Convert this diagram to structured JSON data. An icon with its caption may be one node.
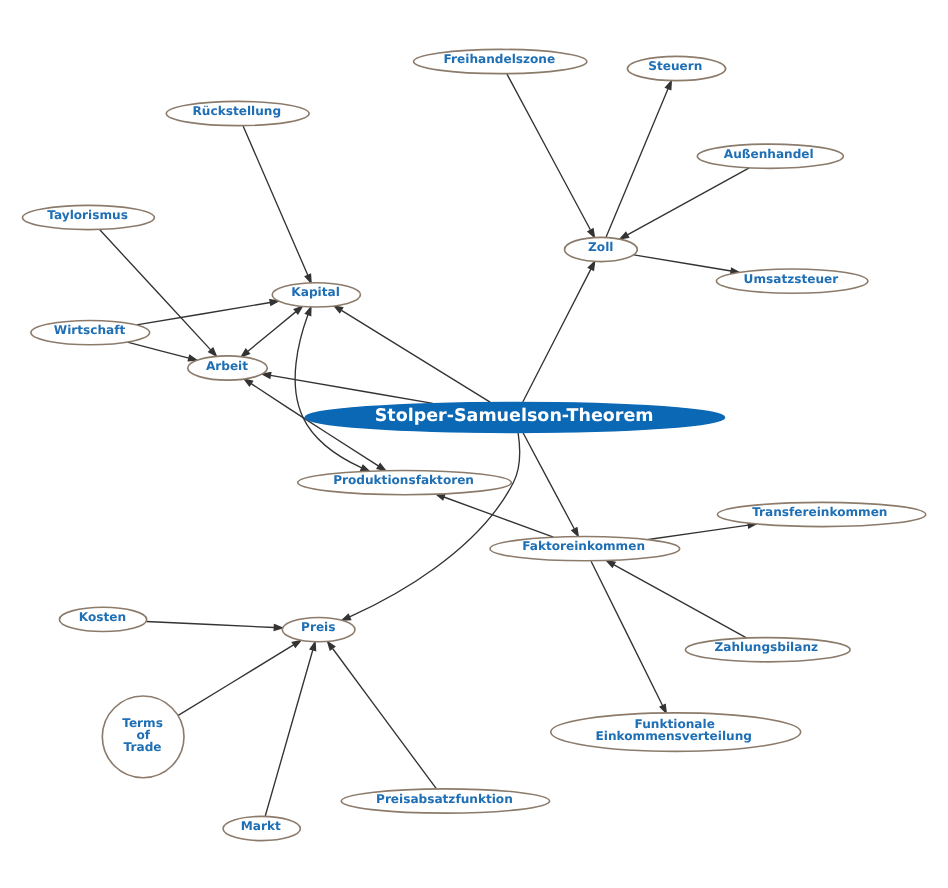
{
  "diagram": {
    "nodes": [
      {
        "text": [
          "Rückstellung"
        ]
      },
      {
        "text": [
          "Wirtschaft"
        ]
      },
      {
        "text": [
          "Taylorismus"
        ]
      },
      {
        "text": [
          "Außenhandel"
        ]
      },
      {
        "text": [
          "Kapital"
        ]
      },
      {
        "text": [
          "Arbeit"
        ]
      },
      {
        "text": [
          "Freihandelszone"
        ]
      },
      {
        "text": [
          "Terms of Trade"
        ]
      },
      {
        "text": [
          "Zoll"
        ]
      },
      {
        "text": [
          "Produktionsfaktoren"
        ]
      },
      {
        "text": [
          "Stolper-Samuelson-Theorem"
        ]
      },
      {
        "text": [
          "Steuern"
        ]
      },
      {
        "text": [
          "Markt"
        ]
      },
      {
        "text": [
          "Preis"
        ]
      },
      {
        "text": [
          "Umsatzsteuer"
        ]
      },
      {
        "text": [
          "Faktoreinkommen"
        ]
      },
      {
        "text": [
          "Kosten"
        ]
      },
      {
        "text": [
          "Preisabsatzfunktion"
        ]
      },
      {
        "text": [
          "Transfereinkommen"
        ]
      },
      {
        "text": [
          "Zahlungsbilanz"
        ]
      },
      {
        "text": [
          "Funktionale Einkommensverteilung"
        ]
      }
    ],
    "edges": [
      {
        "from": 10,
        "to": 5,
        "arrow": "to"
      },
      {
        "from": 10,
        "to": 4,
        "arrow": "to"
      },
      {
        "from": 10,
        "to": 8,
        "arrow": "to"
      },
      {
        "from": 10,
        "to": 13,
        "arrow": "to"
      },
      {
        "from": 10,
        "to": 15,
        "arrow": "to"
      },
      {
        "from": 15,
        "to": 9,
        "arrow": "to"
      },
      {
        "from": 5,
        "to": 4,
        "arrow": "both"
      },
      {
        "from": 5,
        "to": 9,
        "arrow": "both"
      },
      {
        "from": 4,
        "to": 9,
        "arrow": "both"
      },
      {
        "from": 1,
        "to": 5,
        "arrow": "to"
      },
      {
        "from": 1,
        "to": 4,
        "arrow": "to"
      },
      {
        "from": 0,
        "to": 4,
        "arrow": "to"
      },
      {
        "from": 2,
        "to": 5,
        "arrow": "to"
      },
      {
        "from": 3,
        "to": 8,
        "arrow": "to"
      },
      {
        "from": 6,
        "to": 8,
        "arrow": "to"
      },
      {
        "from": 8,
        "to": 11,
        "arrow": "to"
      },
      {
        "from": 8,
        "to": 14,
        "arrow": "to"
      },
      {
        "from": 7,
        "to": 13,
        "arrow": "to"
      },
      {
        "from": 12,
        "to": 13,
        "arrow": "to"
      },
      {
        "from": 16,
        "to": 13,
        "arrow": "to"
      },
      {
        "from": 17,
        "to": 13,
        "arrow": "to"
      },
      {
        "from": 15,
        "to": 18,
        "arrow": "to"
      },
      {
        "from": 15,
        "to": 20,
        "arrow": "to"
      },
      {
        "from": 19,
        "to": 15,
        "arrow": "to"
      }
    ]
  }
}
